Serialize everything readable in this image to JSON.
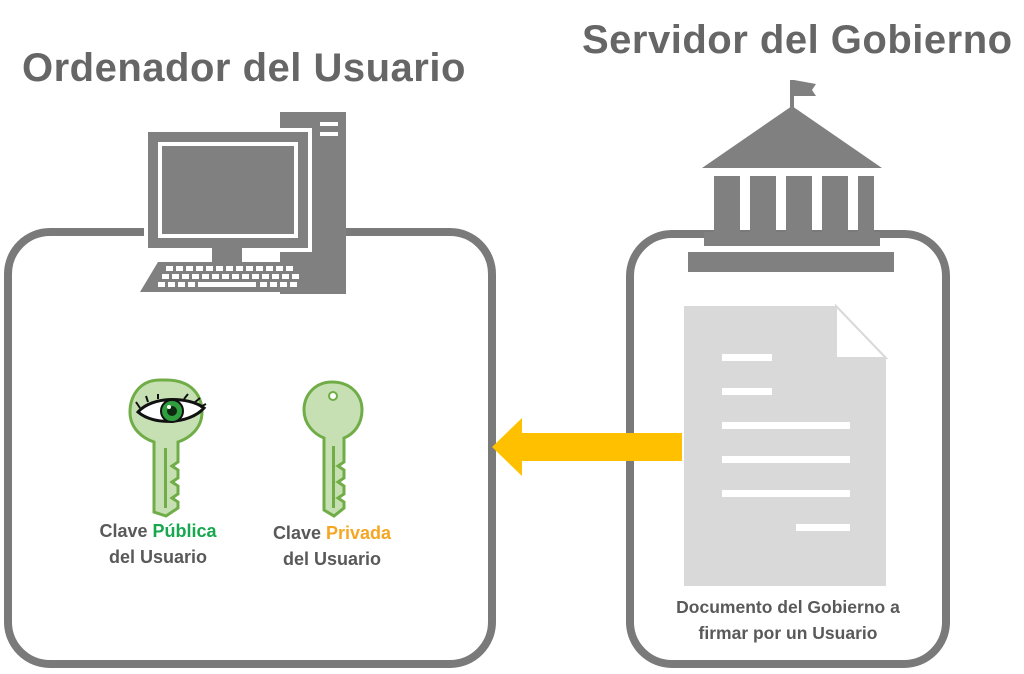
{
  "titles": {
    "user_computer": "Ordenador del Usuario",
    "gov_server": "Servidor del Gobierno"
  },
  "keys": {
    "public": {
      "word1": "Clave",
      "highlight": "Pública",
      "line2": "del Usuario",
      "highlight_color": "#17a84f"
    },
    "private": {
      "word1": "Clave",
      "highlight": "Privada",
      "line2": "del Usuario",
      "highlight_color": "#f5a623"
    }
  },
  "document": {
    "line1": "Documento del Gobierno a",
    "line2": "firmar por un Usuario"
  },
  "colors": {
    "frame": "#7a7a7a",
    "icon_gray": "#808080",
    "key_fill": "#c6e0b4",
    "key_stroke": "#70ad47",
    "arrow": "#ffc000",
    "document": "#d9d9d9"
  },
  "icons": [
    "computer-icon",
    "government-building-icon",
    "public-key-icon",
    "eye-icon",
    "private-key-icon",
    "document-icon",
    "arrow-left-icon"
  ]
}
